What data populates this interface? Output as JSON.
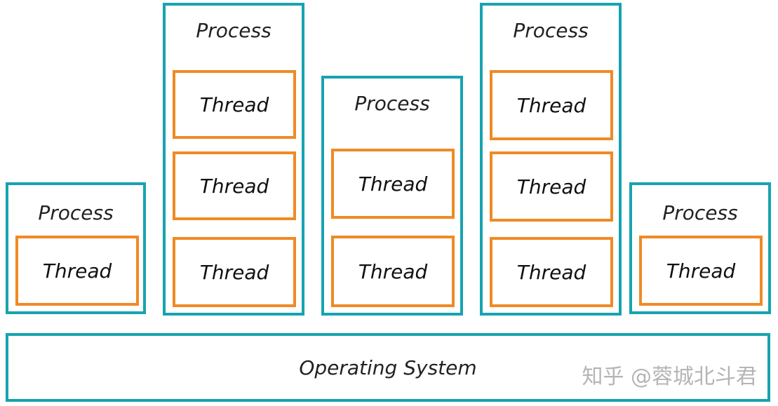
{
  "colors": {
    "process_border": "#17a3b1",
    "thread_border": "#f08a24",
    "text": "#222222"
  },
  "processes": [
    {
      "label": "Process",
      "threads": [
        "Thread"
      ]
    },
    {
      "label": "Process",
      "threads": [
        "Thread",
        "Thread",
        "Thread"
      ]
    },
    {
      "label": "Process",
      "threads": [
        "Thread",
        "Thread"
      ]
    },
    {
      "label": "Process",
      "threads": [
        "Thread",
        "Thread",
        "Thread"
      ]
    },
    {
      "label": "Process",
      "threads": [
        "Thread"
      ]
    }
  ],
  "os": {
    "label": "Operating System"
  },
  "watermark": "知乎 @蓉城北斗君"
}
